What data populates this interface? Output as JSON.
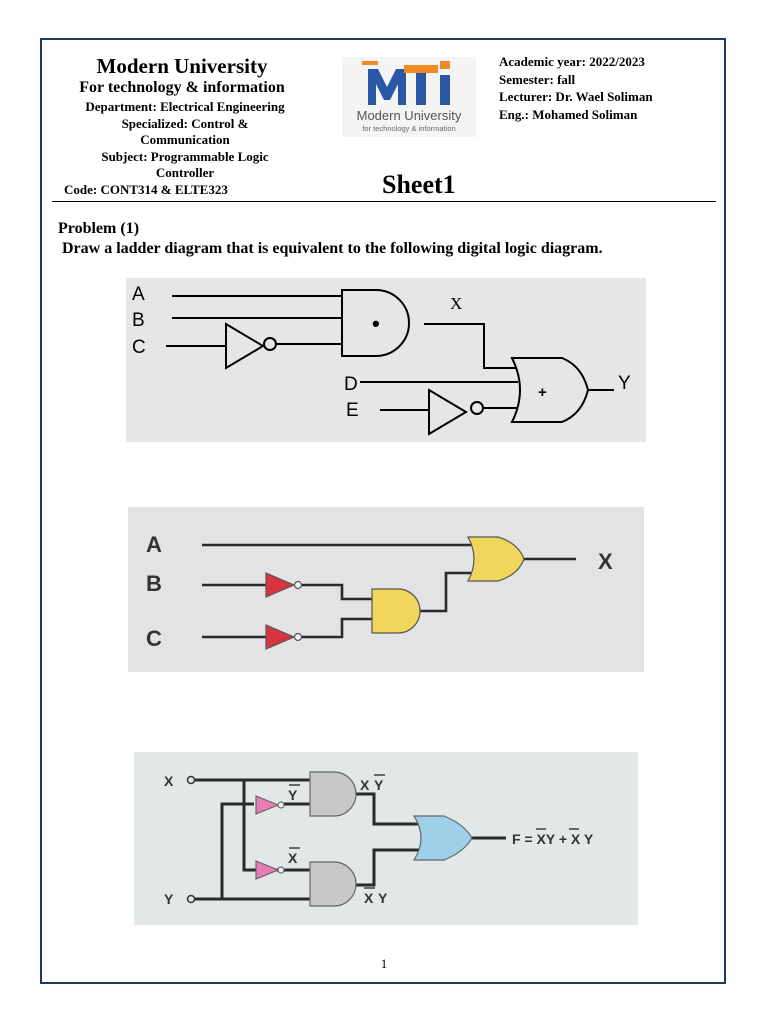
{
  "header": {
    "university": "Modern University",
    "tagline": "For technology & information",
    "department": "Department: Electrical Engineering",
    "specialized_1": "Specialized:  Control   &",
    "specialized_2": "Communication",
    "subject_1": "Subject: Programmable Logic",
    "subject_2": "Controller",
    "code": "Code: CONT314  &  ELTE323",
    "logo_text_1": "Modern University",
    "logo_text_2": "for technology & information",
    "academic_year": "Academic year: 2022/2023",
    "semester": "Semester: fall",
    "lecturer": "Lecturer: Dr. Wael Soliman",
    "engineer": "Eng.: Mohamed Soliman",
    "sheet_title": "Sheet1"
  },
  "problem": {
    "title": "Problem (1)",
    "instruction": "Draw a ladder diagram that is equivalent to the following digital logic diagram."
  },
  "figure1": {
    "inputs": [
      "A",
      "B",
      "C",
      "D",
      "E"
    ],
    "and_symbol": "•",
    "or_symbol": "+",
    "intermediate": "X",
    "output": "Y"
  },
  "figure2": {
    "inputs": [
      "A",
      "B",
      "C"
    ],
    "output": "X"
  },
  "figure3": {
    "input_x": "X",
    "input_y": "Y",
    "not_y": "Y",
    "not_x": "X",
    "term1_a": "X",
    "term1_b": "Y",
    "term2_a": "X",
    "term2_b": "Y",
    "output_prefix": "F = X",
    "output_mid1": "Y",
    "output_plus": " + ",
    "output_mid2": "X",
    "output_suffix": " Y"
  },
  "footer": {
    "page_number": "1"
  },
  "colors": {
    "border": "#1f3a5a",
    "logo_blue": "#2a58a6",
    "logo_orange": "#f08a24",
    "gate_yellow": "#f0d65a",
    "gate_red": "#d8343f",
    "gate_pink": "#e87cb5",
    "gate_blue": "#9fd0ea"
  }
}
